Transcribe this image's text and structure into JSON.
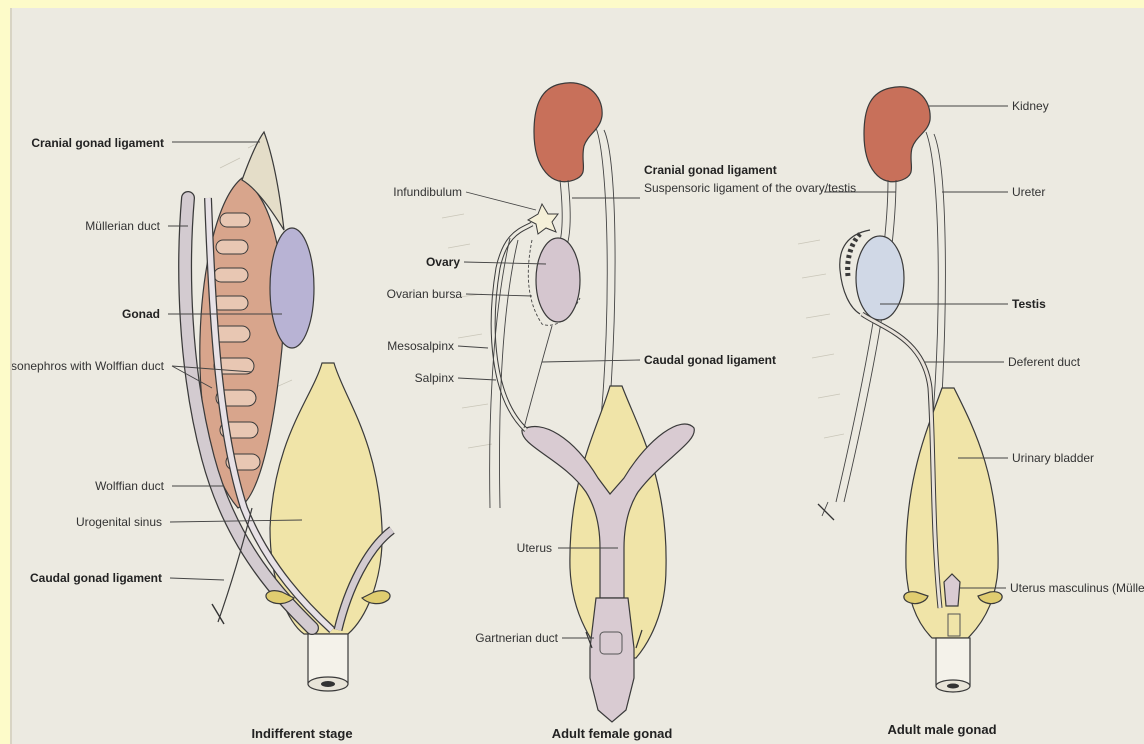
{
  "colors": {
    "kidney": "#c8705a",
    "gonad_brown": "#d8a58c",
    "gonad_violet": "#b8b3d4",
    "ovary": "#d5c6cf",
    "testis": "#d0d8e6",
    "bladder": "#f0e4a8",
    "uterus": "#d9cbd2",
    "duct": "#d3cbd0",
    "paper": "#eceae1",
    "frame": "#fdfbc9"
  },
  "panels": [
    {
      "caption": "Indifferent stage",
      "labels": {
        "cranial_gonad_ligament": "Cranial gonad ligament",
        "mullerian_duct": "Müllerian duct",
        "gonad": "Gonad",
        "mesonephros": "Mesonephros with Wolffian duct",
        "wolffian_duct": "Wolffian duct",
        "urogenital_sinus": "Urogenital sinus",
        "caudal_gonad_ligament": "Caudal gonad ligament"
      }
    },
    {
      "caption": "Adult female gonad",
      "labels": {
        "infundibulum": "Infundibulum",
        "cranial_gonad_ligament": "Cranial gonad ligament",
        "suspensoric_ligament": "Suspensoric ligament of the ovary/testis",
        "ovary": "Ovary",
        "ovarian_bursa": "Ovarian bursa",
        "mesosalpinx": "Mesosalpinx",
        "caudal_gonad_ligament": "Caudal gonad ligament",
        "salpinx": "Salpinx",
        "uterus": "Uterus",
        "gartnerian_duct": "Gartnerian duct"
      }
    },
    {
      "caption": "Adult male gonad",
      "labels": {
        "kidney": "Kidney",
        "ureter": "Ureter",
        "testis": "Testis",
        "deferent_duct": "Deferent duct",
        "urinary_bladder": "Urinary bladder",
        "uterus_masculinus": "Uterus masculinus (Müllerian duct)"
      }
    }
  ]
}
